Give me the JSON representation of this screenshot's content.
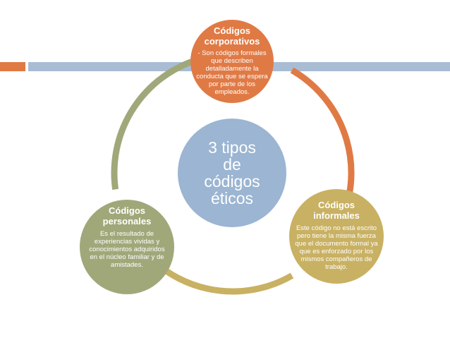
{
  "colors": {
    "orange": "#e07a45",
    "blue": "#a8bdd4",
    "center_blue": "#9bb5d2",
    "gold": "#c9b163",
    "olive": "#a0a87a"
  },
  "diagram": {
    "center": {
      "text": "3 tipos\nde\ncódigos\néticos"
    },
    "top": {
      "title": "Códigos corporativos",
      "desc": "- Son códigos formales que describen detalladamente la conducta que se espera por parte de los empleados."
    },
    "right": {
      "title": "Códigos informales",
      "desc": "Este código no está escrito pero tiene la misma fuerza que el documento formal ya que es enforzado por los mismos compañeros de trabajo."
    },
    "left": {
      "title": "Códigos personales",
      "desc": "Es el resultado de experiencias vividas y conocimientos adquiridos en el núcleo familiar y de amistades."
    }
  }
}
